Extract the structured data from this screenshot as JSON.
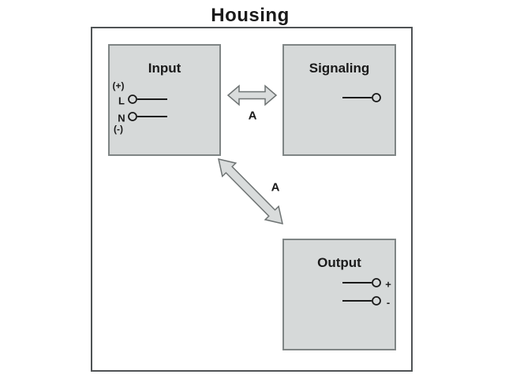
{
  "title": "Housing",
  "boxes": {
    "input": {
      "label": "Input",
      "terminal_plus": "(+)",
      "terminal_l": "L",
      "terminal_n": "N",
      "terminal_minus": "(-)"
    },
    "signaling": {
      "label": "Signaling"
    },
    "output": {
      "label": "Output",
      "terminal_plus": "+",
      "terminal_minus": "-"
    }
  },
  "arrows": {
    "input_signaling": {
      "label": "A"
    },
    "input_output": {
      "label": "A"
    }
  },
  "colors": {
    "background": "#ffffff",
    "text": "#1a1a1a",
    "box_fill": "#d6d9d9",
    "box_border": "#7f8585",
    "housing_border": "#4f5355",
    "arrow_fill": "#d9dcdc",
    "arrow_border": "#6e7373"
  }
}
